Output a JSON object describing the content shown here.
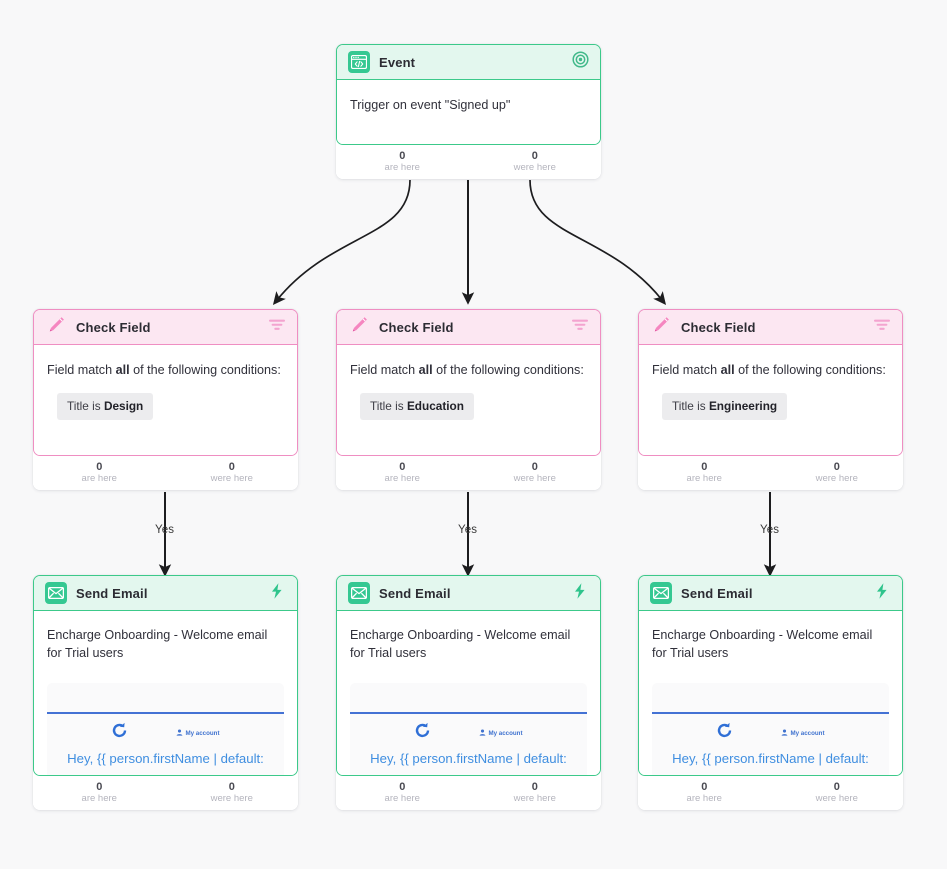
{
  "canvas": {
    "background": "#f8f8f9",
    "accent_green": "#35c892",
    "accent_pink": "#ef8ec2",
    "accent_blue": "#3f8ee0"
  },
  "stats_labels": {
    "are_here": "are here",
    "were_here": "were here"
  },
  "edges": {
    "yes_label": "Yes"
  },
  "nodes": {
    "event": {
      "type": "event",
      "title": "Event",
      "icon": "code-window-icon",
      "action_icon": "target-icon",
      "body_text": "Trigger on event \"Signed up\"",
      "stats": {
        "are_here": "0",
        "were_here": "0"
      }
    },
    "check_fields": [
      {
        "title": "Check Field",
        "icon": "pencil-icon",
        "action_icon": "filter-icon",
        "condition_intro_pre": "Field match ",
        "condition_intro_bold": "all",
        "condition_intro_post": " of the following conditions:",
        "chip_pre": "Title is ",
        "chip_bold": "Design",
        "stats": {
          "are_here": "0",
          "were_here": "0"
        }
      },
      {
        "title": "Check Field",
        "icon": "pencil-icon",
        "action_icon": "filter-icon",
        "condition_intro_pre": "Field match ",
        "condition_intro_bold": "all",
        "condition_intro_post": " of the following conditions:",
        "chip_pre": "Title is ",
        "chip_bold": "Education",
        "stats": {
          "are_here": "0",
          "were_here": "0"
        }
      },
      {
        "title": "Check Field",
        "icon": "pencil-icon",
        "action_icon": "filter-icon",
        "condition_intro_pre": "Field match ",
        "condition_intro_bold": "all",
        "condition_intro_post": " of the following conditions:",
        "chip_pre": "Title is ",
        "chip_bold": "Engineering",
        "stats": {
          "are_here": "0",
          "were_here": "0"
        }
      }
    ],
    "send_emails": [
      {
        "title": "Send Email",
        "icon": "envelope-icon",
        "action_icon": "lightning-icon",
        "subject": "Encharge Onboarding - Welcome email for Trial users",
        "preview": {
          "refresh_icon": "refresh-icon",
          "account_icon": "person-icon",
          "account_label": "My account",
          "greeting": "Hey, {{ person.firstName | default:"
        },
        "stats": {
          "are_here": "0",
          "were_here": "0"
        }
      },
      {
        "title": "Send Email",
        "icon": "envelope-icon",
        "action_icon": "lightning-icon",
        "subject": "Encharge Onboarding - Welcome email for Trial users",
        "preview": {
          "refresh_icon": "refresh-icon",
          "account_icon": "person-icon",
          "account_label": "My account",
          "greeting": "Hey, {{ person.firstName | default:"
        },
        "stats": {
          "are_here": "0",
          "were_here": "0"
        }
      },
      {
        "title": "Send Email",
        "icon": "envelope-icon",
        "action_icon": "lightning-icon",
        "subject": "Encharge Onboarding - Welcome email for Trial users",
        "preview": {
          "refresh_icon": "refresh-icon",
          "account_icon": "person-icon",
          "account_label": "My account",
          "greeting": "Hey, {{ person.firstName | default:"
        },
        "stats": {
          "are_here": "0",
          "were_here": "0"
        }
      }
    ]
  }
}
